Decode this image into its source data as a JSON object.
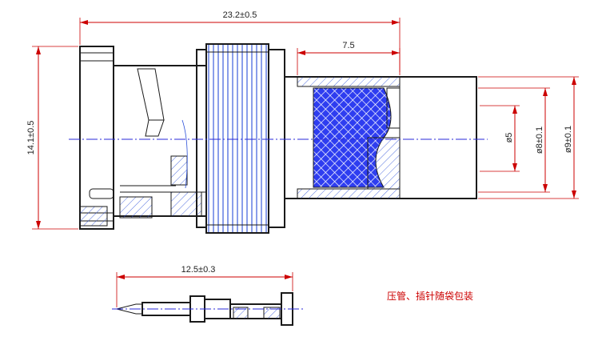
{
  "dimensions": {
    "overall_length": "23.2±0.5",
    "crimp_length": "7.5",
    "height": "14.1±0.5",
    "d_inner": "ø5",
    "d_mid": "ø8±0.1",
    "d_outer": "ø9±0.1",
    "pin_length": "12.5±0.3"
  },
  "note": "压管、插针随袋包装",
  "colors": {
    "outline": "#1a1a1a",
    "dimension": "#cc0000",
    "hatch": "#2a4fd8",
    "centerline": "#2a2ad8"
  }
}
